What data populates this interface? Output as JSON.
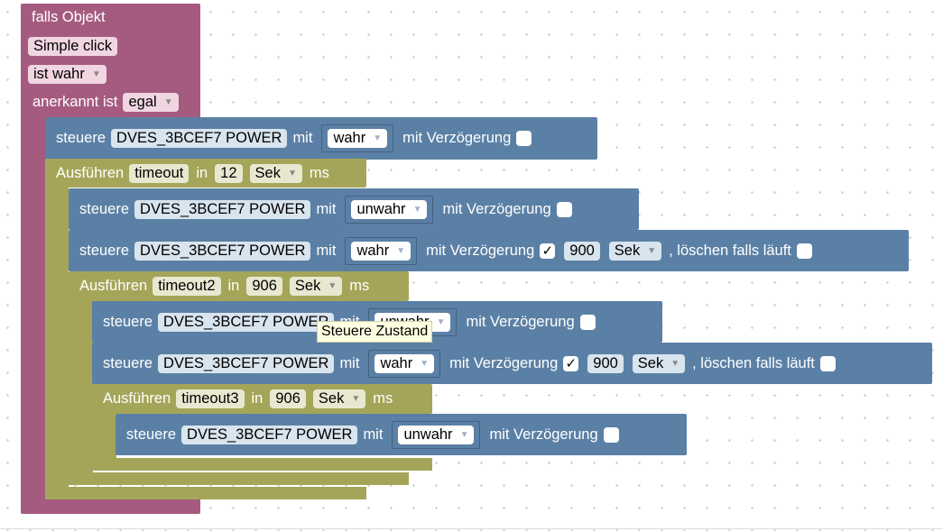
{
  "outer": {
    "header": "falls Objekt",
    "object": "Simple click",
    "condition": "ist wahr",
    "ack_label": "anerkannt ist",
    "ack_value": "egal"
  },
  "block1": {
    "steuere": "steuere",
    "device": "DVES_3BCEF7 POWER",
    "mit": "mit",
    "value": "wahr",
    "delay_label": "mit Verzögerung"
  },
  "timeout1": {
    "label": "Ausführen",
    "name": "timeout",
    "in": "in",
    "value": "12",
    "unit": "Sek",
    "ms": "ms"
  },
  "block2": {
    "steuere": "steuere",
    "device": "DVES_3BCEF7 POWER",
    "mit": "mit",
    "value": "unwahr",
    "delay_label": "mit Verzögerung"
  },
  "block3": {
    "steuere": "steuere",
    "device": "DVES_3BCEF7 POWER",
    "mit": "mit",
    "value": "wahr",
    "delay_label": "mit Verzögerung",
    "check": "✓",
    "delay": "900",
    "unit": "Sek",
    "clear_label": ", löschen falls läuft"
  },
  "timeout2": {
    "label": "Ausführen",
    "name": "timeout2",
    "in": "in",
    "value": "906",
    "unit": "Sek",
    "ms": "ms"
  },
  "block4": {
    "steuere": "steuere",
    "device": "DVES_3BCEF7 POWER",
    "mit": "mit",
    "value": "unwahr",
    "delay_label": "mit Verzögerung"
  },
  "block5": {
    "steuere": "steuere",
    "device": "DVES_3BCEF7 POWER",
    "mit": "mit",
    "value": "wahr",
    "delay_label": "mit Verzögerung",
    "check": "✓",
    "delay": "900",
    "unit": "Sek",
    "clear_label": ", löschen falls läuft"
  },
  "timeout3": {
    "label": "Ausführen",
    "name": "timeout3",
    "in": "in",
    "value": "906",
    "unit": "Sek",
    "ms": "ms"
  },
  "block6": {
    "steuere": "steuere",
    "device": "DVES_3BCEF7 POWER",
    "mit": "mit",
    "value": "unwahr",
    "delay_label": "mit Verzögerung"
  },
  "tooltip": "Steuere Zustand",
  "colors": {
    "trigger": "#a55b80",
    "timeout": "#a5a55a",
    "control": "#5b80a5",
    "workspace_dots": "#c9c9c9"
  },
  "icons": {
    "dropdown": "dropdown-arrow-icon",
    "checkbox": "checkbox-icon"
  }
}
